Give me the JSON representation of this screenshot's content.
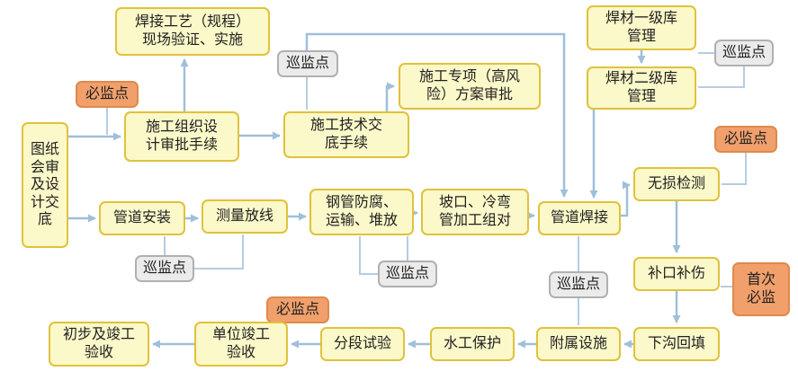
{
  "diagram": {
    "type": "flowchart",
    "language": "zh-CN",
    "colors": {
      "process_fill": "#FBF8C9",
      "process_border": "#E0C23C",
      "mandatory_fill": "#F1A06C",
      "mandatory_border": "#DE8A4A",
      "patrol_fill": "#EBEBEB",
      "patrol_border": "#B0B0B0",
      "arrow": "#9FBFDA",
      "supervision_line": "#B6CCE2",
      "text": "#1F1F1F",
      "background": "#FFFFFF"
    },
    "legend_meaning": {
      "process": "工序/手续节点（黄色）",
      "mandatory": "必监点（橙色）",
      "patrol": "巡监点（灰色）"
    },
    "nodes": {
      "weld_procedure": {
        "label": "焊接工艺（规程）\n现场验证、实施",
        "type": "process"
      },
      "electrode_store_l1": {
        "label": "焊材一级库\n管理",
        "type": "process"
      },
      "patrol_top_right": {
        "label": "巡监点",
        "type": "patrol"
      },
      "electrode_store_l2": {
        "label": "焊材二级库\n管理",
        "type": "process"
      },
      "patrol_top_mid": {
        "label": "巡监点",
        "type": "patrol"
      },
      "special_plan_approval": {
        "label": "施工专项（高风\n险）方案审批",
        "type": "process"
      },
      "mandatory_top_left": {
        "label": "必监点",
        "type": "mandatory"
      },
      "org_design_approval": {
        "label": "施工组织设\n计审批手续",
        "type": "process"
      },
      "tech_disclosure": {
        "label": "施工技术交\n底手续",
        "type": "process"
      },
      "mandatory_right": {
        "label": "必监点",
        "type": "mandatory"
      },
      "drawing_review": {
        "label": "图纸\n会审\n及设\n计交\n底",
        "type": "process"
      },
      "ndt": {
        "label": "无损检测",
        "type": "process"
      },
      "pipe_install": {
        "label": "管道安装",
        "type": "process"
      },
      "survey": {
        "label": "测量放线",
        "type": "process"
      },
      "pipe_anticorrosion": {
        "label": "钢管防腐、\n运输、堆放",
        "type": "process"
      },
      "bevel_coldbend": {
        "label": "坡口、冷弯\n管加工组对",
        "type": "process"
      },
      "pipe_welding": {
        "label": "管道焊接",
        "type": "process"
      },
      "patrol_install": {
        "label": "巡监点",
        "type": "patrol"
      },
      "patrol_bevel": {
        "label": "巡监点",
        "type": "patrol"
      },
      "joint_repair": {
        "label": "补口补伤",
        "type": "process"
      },
      "first_mandatory": {
        "label": "首次\n必监",
        "type": "mandatory"
      },
      "patrol_aux": {
        "label": "巡监点",
        "type": "patrol"
      },
      "mandatory_bottom": {
        "label": "必监点",
        "type": "mandatory"
      },
      "backfill": {
        "label": "下沟回填",
        "type": "process"
      },
      "aux_facilities": {
        "label": "附属设施",
        "type": "process"
      },
      "hydraulic_protection": {
        "label": "水工保护",
        "type": "process"
      },
      "section_test": {
        "label": "分段试验",
        "type": "process"
      },
      "unit_acceptance": {
        "label": "单位竣工\n验收",
        "type": "process"
      },
      "final_acceptance": {
        "label": "初步及竣工\n验收",
        "type": "process"
      }
    },
    "edges": [
      "图纸会审及设计交底 → 施工组织设计审批手续",
      "图纸会审及设计交底 → 管道安装",
      "施工组织设计审批手续 → 焊接工艺（规程）现场验证、实施",
      "施工组织设计审批手续 → 施工技术交底手续",
      "施工技术交底手续 → 施工专项（高风险）方案审批",
      "焊材一级库管理 → 焊材二级库管理",
      "焊材二级库管理 → 管道焊接",
      "管道安装 → 测量放线",
      "测量放线 → 钢管防腐、运输、堆放",
      "钢管防腐、运输、堆放 → 坡口、冷弯管加工组对",
      "坡口、冷弯管加工组对 → 管道焊接",
      "管道焊接 → 无损检测",
      "无损检测 → 补口补伤",
      "补口补伤 → 下沟回填",
      "下沟回填 → 附属设施",
      "附属设施 → 水工保护",
      "水工保护 → 分段试验",
      "分段试验 → 单位竣工验收",
      "单位竣工验收 → 初步及竣工验收"
    ]
  }
}
